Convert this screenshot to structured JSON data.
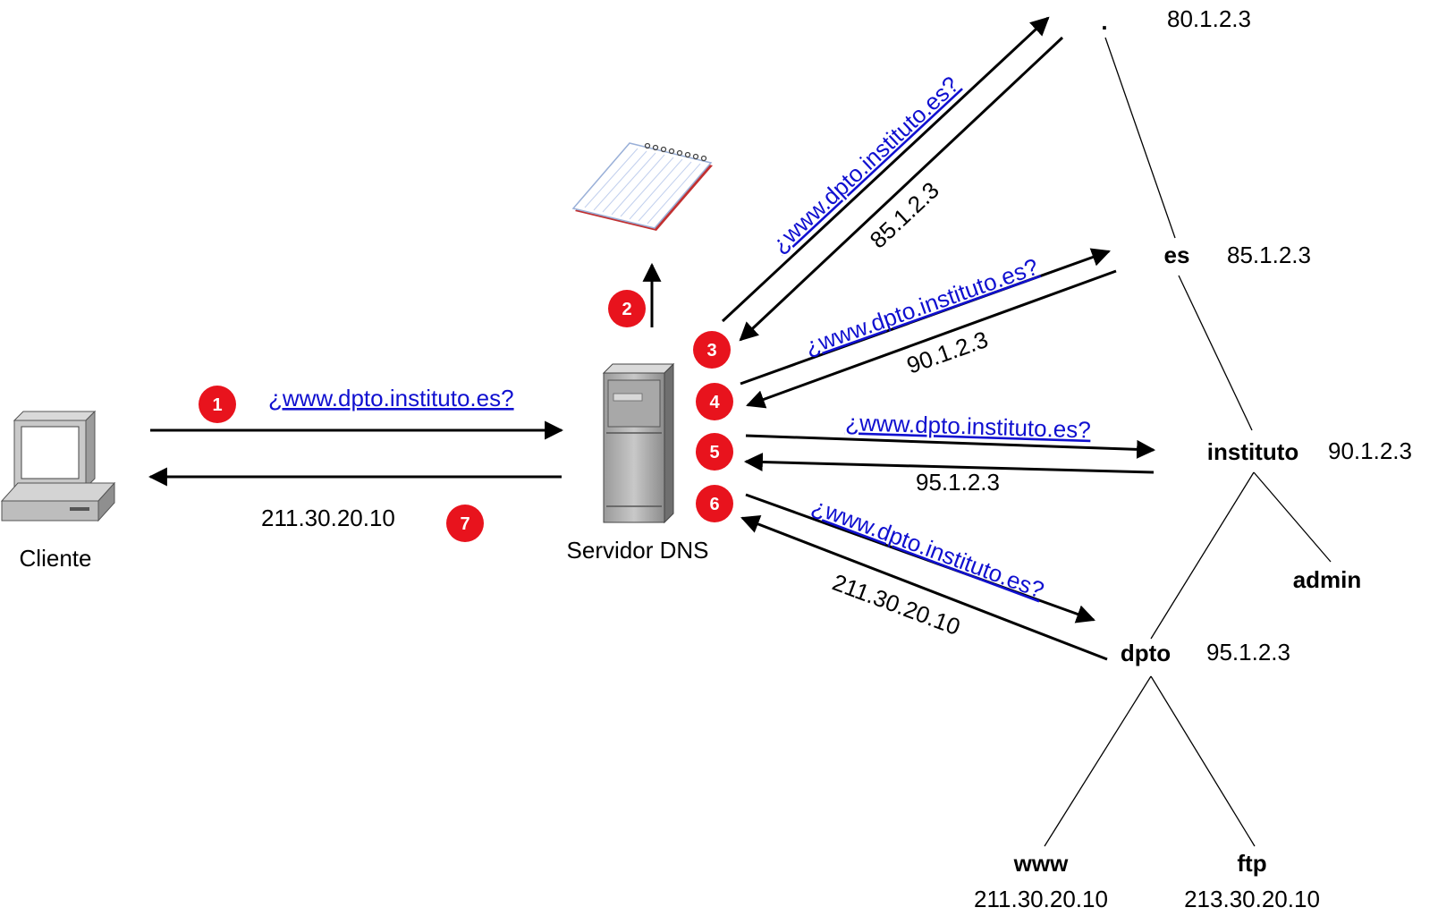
{
  "colors": {
    "badge": "#e8131d",
    "query_link": "#1010d0",
    "arrow": "#000000",
    "tree_line": "#000000"
  },
  "client": {
    "label": "Cliente",
    "icon": "computer-icon"
  },
  "server": {
    "label": "Servidor DNS",
    "icon": "server-tower-icon",
    "cache_icon": "notepad-icon"
  },
  "steps": [
    {
      "number": "1",
      "text": "¿www.dpto.instituto.es?",
      "kind": "query"
    },
    {
      "number": "2",
      "text": "",
      "kind": "cache"
    },
    {
      "number": "3",
      "query": "¿www.dpto.instituto.es?",
      "answer": "85.1.2.3"
    },
    {
      "number": "4",
      "query": "¿www.dpto.instituto.es?",
      "answer": "90.1.2.3"
    },
    {
      "number": "5",
      "query": "¿www.dpto.instituto.es?",
      "answer": "95.1.2.3"
    },
    {
      "number": "6",
      "query": "¿www.dpto.instituto.es?",
      "answer": "211.30.20.10"
    },
    {
      "number": "7",
      "text": "211.30.20.10",
      "kind": "answer"
    }
  ],
  "tree": {
    "root": {
      "name": ".",
      "ip": "80.1.2.3"
    },
    "es": {
      "name": "es",
      "ip": "85.1.2.3"
    },
    "instituto": {
      "name": "instituto",
      "ip": "90.1.2.3"
    },
    "admin": {
      "name": "admin"
    },
    "dpto": {
      "name": "dpto",
      "ip": "95.1.2.3"
    },
    "www": {
      "name": "www",
      "ip": "211.30.20.10"
    },
    "ftp": {
      "name": "ftp",
      "ip": "213.30.20.10"
    }
  }
}
